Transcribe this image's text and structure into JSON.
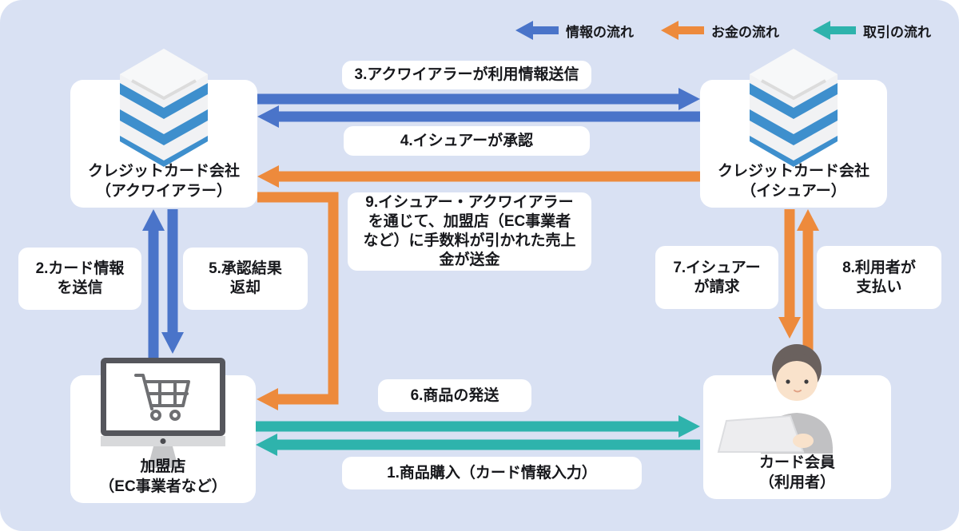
{
  "diagram": {
    "title": "credit-card-payment-flow",
    "background": "#d9e1f3",
    "colors": {
      "info": "#4a74c9",
      "money": "#ed8a3c",
      "transaction": "#2eb3ac",
      "text": "#17181c",
      "card_bg": "#ffffff",
      "server_stripe": "#3e8fcd"
    }
  },
  "legend": {
    "items": [
      {
        "id": "info",
        "label": "情報の流れ"
      },
      {
        "id": "money",
        "label": "お金の流れ"
      },
      {
        "id": "transaction",
        "label": "取引の流れ"
      }
    ]
  },
  "nodes": {
    "acquirer": {
      "line1": "クレジットカード会社",
      "line2": "（アクワイアラー）",
      "icon": "server-icon"
    },
    "issuer": {
      "line1": "クレジットカード会社",
      "line2": "（イシュアー）",
      "icon": "server-icon"
    },
    "merchant": {
      "line1": "加盟店",
      "line2": "（EC事業者など）",
      "icon": "monitor-cart-icon"
    },
    "member": {
      "line1": "カード会員",
      "line2": "（利用者）",
      "icon": "person-laptop-icon"
    }
  },
  "steps": {
    "s1": {
      "flow": "transaction",
      "label": "1.商品購入（カード情報入力）"
    },
    "s2": {
      "flow": "info",
      "lines": [
        "2.カード情報",
        "を送信"
      ]
    },
    "s3": {
      "flow": "info",
      "label": "3.アクワイアラーが利用情報送信"
    },
    "s4": {
      "flow": "info",
      "label": "4.イシュアーが承認"
    },
    "s5": {
      "flow": "info",
      "lines": [
        "5.承認結果",
        "返却"
      ]
    },
    "s6": {
      "flow": "transaction",
      "label": "6.商品の発送"
    },
    "s7": {
      "flow": "money",
      "lines": [
        "7.イシュアー",
        "が請求"
      ]
    },
    "s8": {
      "flow": "money",
      "lines": [
        "8.利用者が",
        "支払い"
      ]
    },
    "s9": {
      "flow": "money",
      "lines": [
        "9.イシュアー・アクワイアラー",
        "を通じて、加盟店（EC事業者",
        "など）に手数料が引かれた売上",
        "金が送金"
      ]
    }
  }
}
